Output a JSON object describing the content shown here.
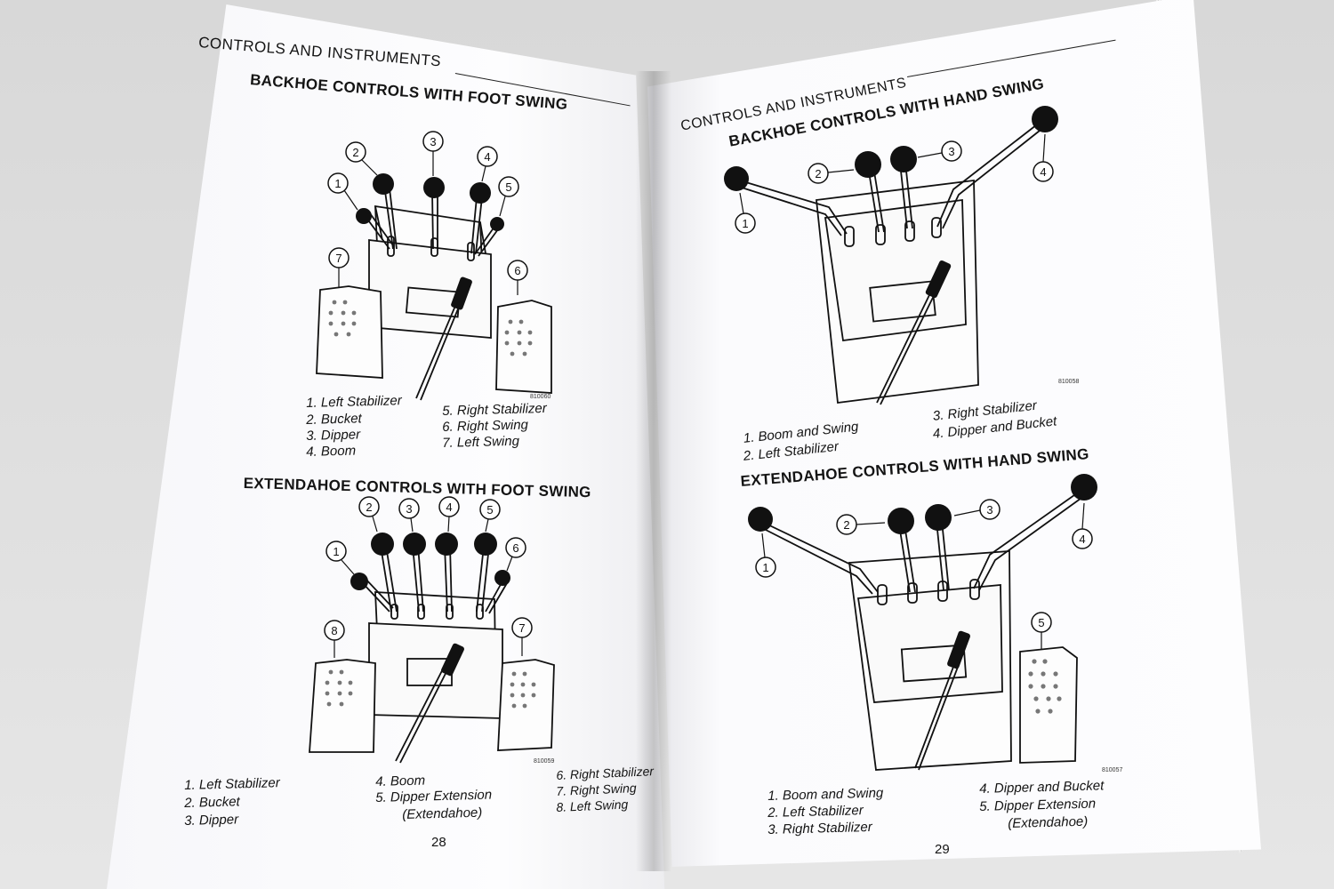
{
  "left_page": {
    "header": "CONTROLS AND INSTRUMENTS",
    "page_number": "28",
    "section_1": {
      "title": "BACKHOE CONTROLS  WITH  FOOT SWING",
      "figure_code": "810060",
      "callouts": [
        "1",
        "2",
        "3",
        "4",
        "5",
        "6",
        "7"
      ],
      "legend": [
        "1.   Left Stabilizer",
        "2.   Bucket",
        "3.   Dipper",
        "4.   Boom",
        "5.   Right Stabilizer",
        "6.   Right Swing",
        "7.   Left Swing"
      ]
    },
    "section_2": {
      "title": "EXTENDAHOE CONTROLS  WITH FOOT SWING",
      "figure_code": "810059",
      "callouts": [
        "1",
        "2",
        "3",
        "4",
        "5",
        "6",
        "7",
        "8"
      ],
      "legend": [
        "1.   Left Stabilizer",
        "2.   Bucket",
        "3.   Dipper",
        "4.   Boom",
        "5.   Dipper Extension",
        "(Extendahoe)",
        "6.   Right Stabilizer",
        "7.   Right Swing",
        "8.   Left Swing"
      ]
    }
  },
  "right_page": {
    "header": "CONTROLS AND INSTRUMENTS",
    "page_number": "29",
    "section_1": {
      "title": "BACKHOE CONTROLS WITH HAND SWING",
      "figure_code": "810058",
      "callouts": [
        "1",
        "2",
        "3",
        "4"
      ],
      "legend": [
        "1.  Boom and Swing",
        "2.  Left Stabilizer",
        "3.   Right Stabilizer",
        "4.   Dipper and Bucket"
      ]
    },
    "section_2": {
      "title": "EXTENDAHOE CONTROLS  WITH HAND SWING",
      "figure_code": "810057",
      "callouts": [
        "1",
        "2",
        "3",
        "4",
        "5"
      ],
      "legend": [
        "1.   Boom and Swing",
        "2.   Left Stabilizer",
        "3.   Right Stabilizer",
        "4.   Dipper and Bucket",
        "5.   Dipper Extension",
        "(Extendahoe)"
      ]
    }
  }
}
